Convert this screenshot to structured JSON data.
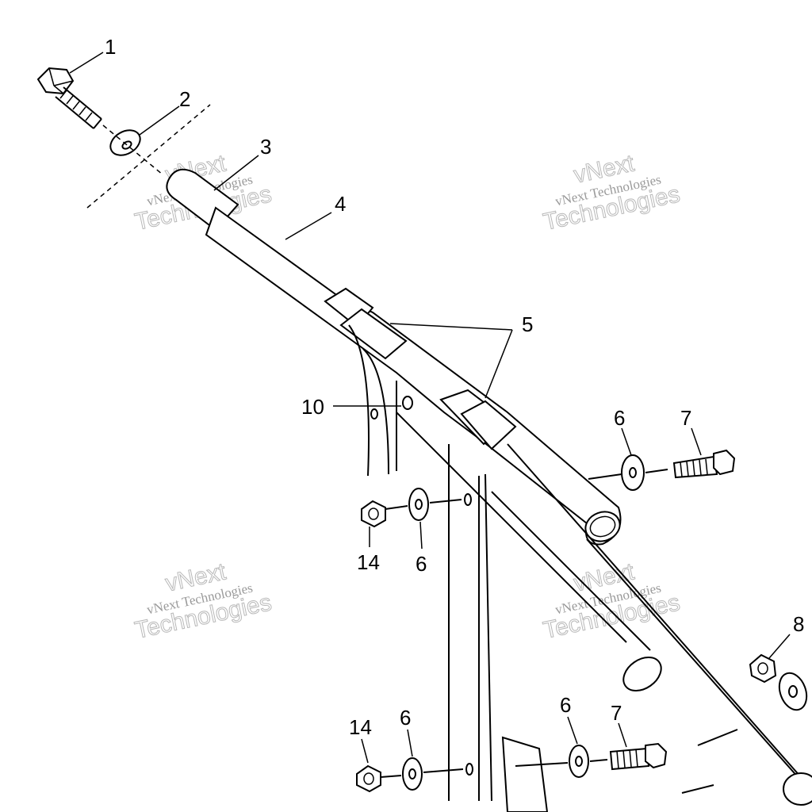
{
  "callouts": [
    {
      "id": "c1",
      "text": "1"
    },
    {
      "id": "c2",
      "text": "2"
    },
    {
      "id": "c3",
      "text": "3"
    },
    {
      "id": "c4",
      "text": "4"
    },
    {
      "id": "c5",
      "text": "5"
    },
    {
      "id": "c6a",
      "text": "6"
    },
    {
      "id": "c7a",
      "text": "7"
    },
    {
      "id": "c10",
      "text": "10"
    },
    {
      "id": "c14a",
      "text": "14"
    },
    {
      "id": "c6b",
      "text": "6"
    },
    {
      "id": "c8",
      "text": "8"
    },
    {
      "id": "c14b",
      "text": "14"
    },
    {
      "id": "c6c",
      "text": "6"
    },
    {
      "id": "c6d",
      "text": "6"
    },
    {
      "id": "c7b",
      "text": "7"
    }
  ],
  "watermark": {
    "line1": "vNext",
    "line2": "vNext Technologies",
    "line3": "Technologies"
  }
}
